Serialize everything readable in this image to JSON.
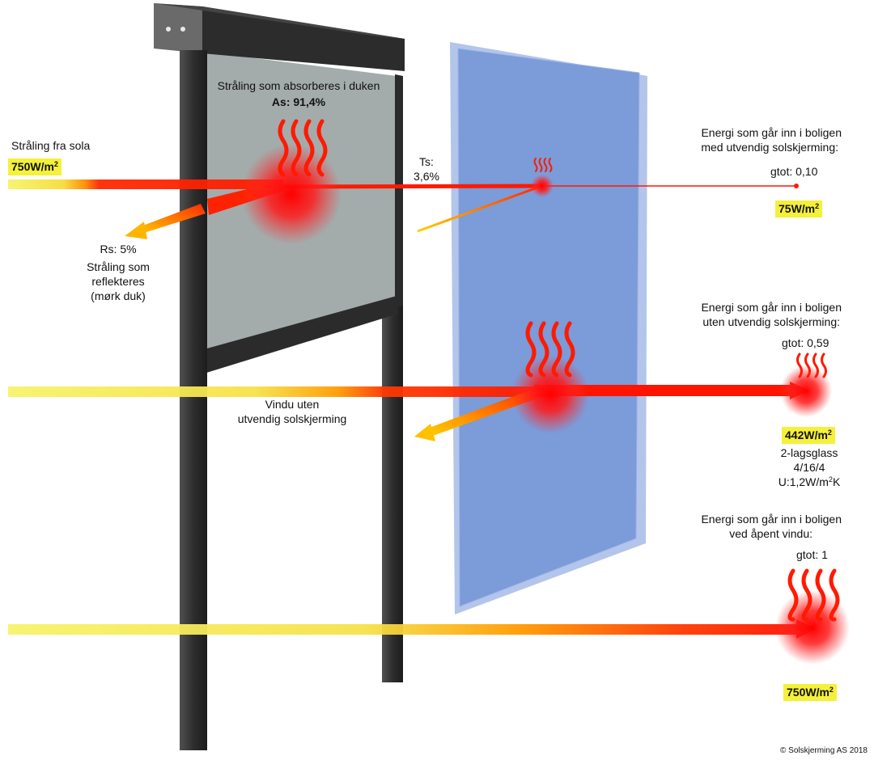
{
  "sun": {
    "title": "Stråling fra sola",
    "value": "750W/m",
    "sup": "2"
  },
  "absorbed": {
    "title": "Stråling som absorberes i duken",
    "value": "As: 91,4%"
  },
  "transmitted": {
    "label": "Ts:",
    "value": "3,6%"
  },
  "reflected": {
    "value": "Rs: 5%",
    "line1": "Stråling som",
    "line2": "reflekteres",
    "line3": "(mørk duk)"
  },
  "window_label": {
    "line1": "Vindu uten",
    "line2": "utvendig solskjerming"
  },
  "case_with_shading": {
    "line1": "Energi som går inn i boligen",
    "line2": "med utvendig solskjerming:",
    "gtot": "gtot: 0,10",
    "value": "75W/m",
    "sup": "2"
  },
  "case_without_shading": {
    "line1": "Energi som går inn i boligen",
    "line2": "uten utvendig solskjerming:",
    "gtot": "gtot: 0,59",
    "value": "442W/m",
    "sup": "2",
    "glass_line1": "2-lagsglass",
    "glass_line2": "4/16/4",
    "glass_u_prefix": "U:1,2W/m",
    "glass_u_sup": "2",
    "glass_u_suffix": "K"
  },
  "case_open_window": {
    "line1": "Energi som går inn i boligen",
    "line2": "ved åpent vindu:",
    "gtot": "gtot: 1",
    "value": "750W/m",
    "sup": "2"
  },
  "copyright": "© Solskjerming AS 2018",
  "colors": {
    "ray_yellow": "#f7f36a",
    "ray_red": "#ff1a00",
    "glass": "#7b9bd9",
    "frame": "#2b2b2b",
    "fabric": "#a4abab",
    "badge": "#f5f03a"
  }
}
